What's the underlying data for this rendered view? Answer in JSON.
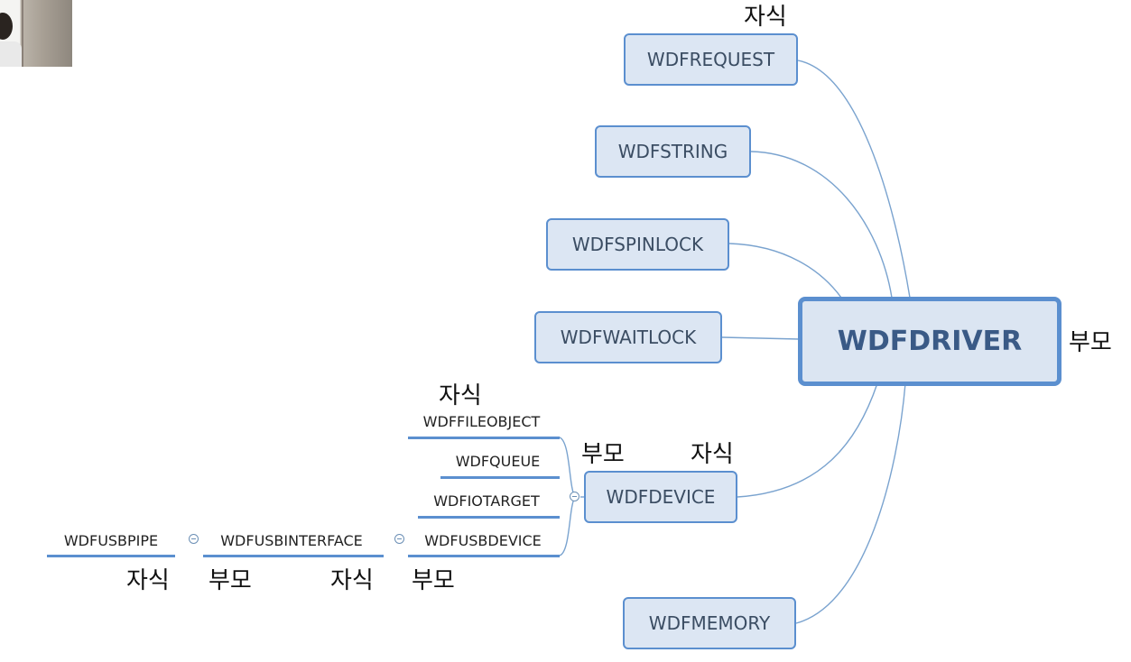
{
  "diagram": {
    "root": {
      "label": "WDFDRIVER",
      "annotation": "부모"
    },
    "children": [
      {
        "id": "request",
        "label": "WDFREQUEST"
      },
      {
        "id": "string",
        "label": "WDFSTRING"
      },
      {
        "id": "spinlock",
        "label": "WDFSPINLOCK"
      },
      {
        "id": "waitlock",
        "label": "WDFWAITLOCK"
      },
      {
        "id": "device",
        "label": "WDFDEVICE"
      },
      {
        "id": "memory",
        "label": "WDFMEMORY"
      }
    ],
    "device_children": [
      "WDFFILEOBJECT",
      "WDFQUEUE",
      "WDFIOTARGET",
      "WDFUSBDEVICE"
    ],
    "usb_chain": [
      "WDFUSBINTERFACE",
      "WDFUSBPIPE"
    ],
    "annotations": {
      "request_child": "자식",
      "device_parent": "부모",
      "device_child": "자식",
      "fileobject_child": "자식",
      "usbpipe_child": "자식",
      "usbinterface_parent": "부모",
      "usbinterface_child": "자식",
      "usbdevice_parent": "부모"
    }
  }
}
